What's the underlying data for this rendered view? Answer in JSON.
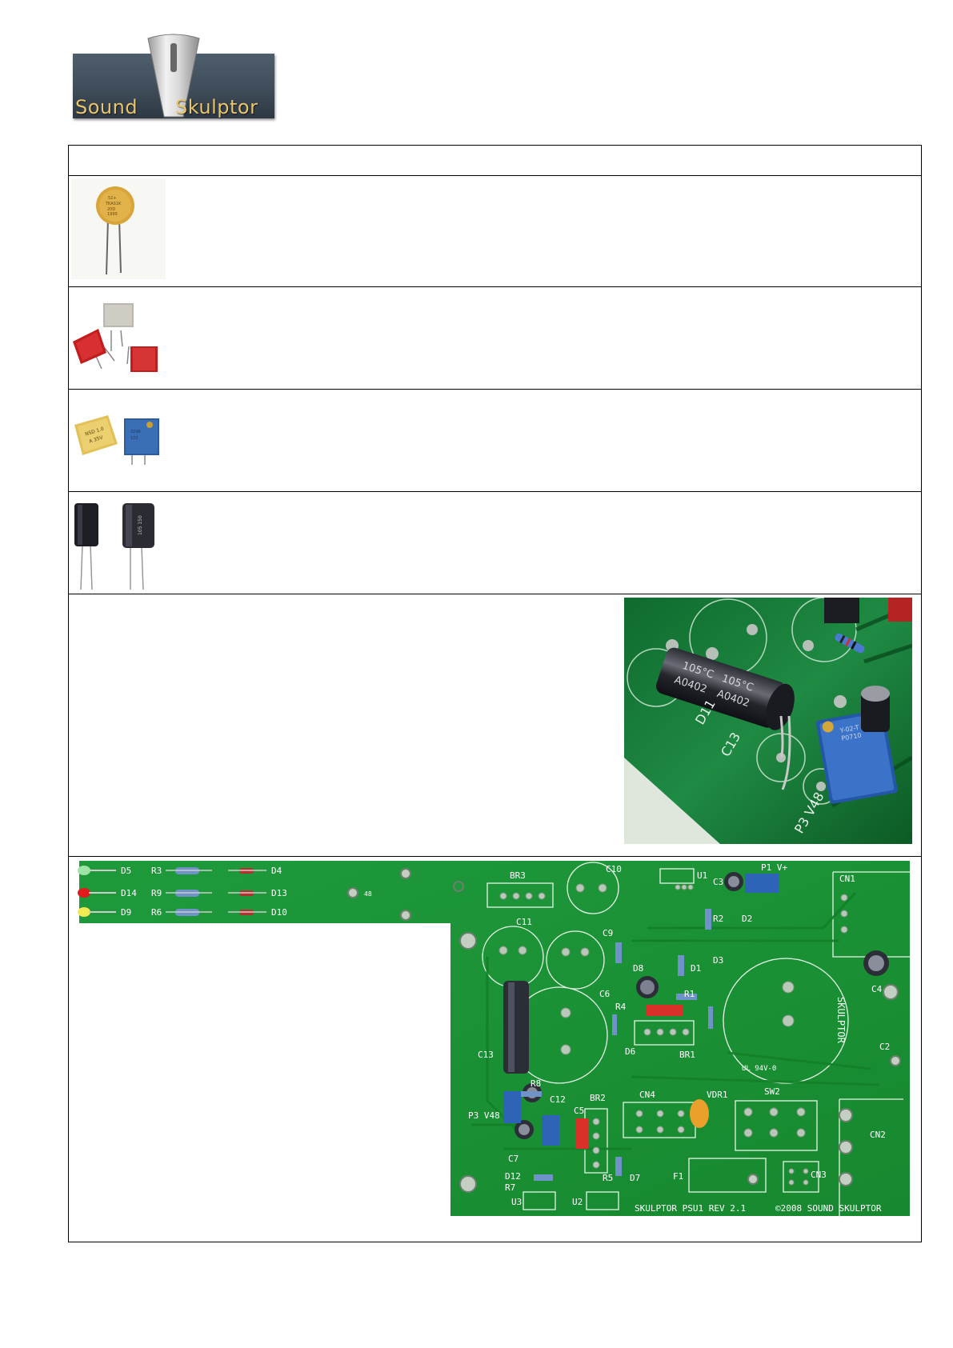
{
  "logo": {
    "word_left": "Sound",
    "word_right": "Skulptor",
    "plate_color": "#45525f",
    "text_color": "#e8c46a"
  },
  "table": {
    "header": "",
    "rows": [
      {
        "image": "ceramic-disc-capacitor",
        "text": ""
      },
      {
        "image": "film-capacitors",
        "text": ""
      },
      {
        "image": "tantalum-capacitor-and-trimmer",
        "text": ""
      },
      {
        "image": "electrolytic-capacitors",
        "text": ""
      },
      {
        "image": "capacitor-mounted-on-pcb-closeup",
        "text": ""
      },
      {
        "image": "assembled-power-supply-pcb",
        "text": ""
      }
    ]
  },
  "photo_labels": {
    "closeup": {
      "cap_marking_1": "105°C",
      "cap_marking_2": "A0402",
      "ref_c13": "C13",
      "ref_d11": "D11",
      "board_mark": "P3 V48"
    },
    "pcb": {
      "leds": [
        "D5",
        "D14",
        "D9"
      ],
      "resistors_top": [
        "R3",
        "R9",
        "R6"
      ],
      "diodes_top": [
        "D4",
        "D13",
        "D10"
      ],
      "ground_label": "48",
      "bridge": "BR3",
      "cap_c10": "C10",
      "reg_u1": "U1",
      "cap_c3": "C3",
      "fuse_v": "P1 V+",
      "connector_cn1": "CN1",
      "cap_c11": "C11",
      "cap_c9": "C9",
      "r2": "R2",
      "d2": "D2",
      "d8": "D8",
      "d3": "D3",
      "d1": "D1",
      "r1": "R1",
      "r4": "R4",
      "c6": "C6",
      "c4": "C4",
      "d6": "D6",
      "br1": "BR1",
      "c13": "C13",
      "r8": "R8",
      "skulptor_side": "SKULPTOR",
      "c2": "C2",
      "ul": "UL 94V-0",
      "p3v48": "P3 V48",
      "c12": "C12",
      "br2": "BR2",
      "c5": "C5",
      "cn4": "CN4",
      "vdr1": "VDR1",
      "sw2": "SW2",
      "cn2": "CN2",
      "c7": "C7",
      "d12": "D12",
      "r7": "R7",
      "r5": "R5",
      "d7": "D7",
      "f1": "F1",
      "cn3": "CN3",
      "u3": "U3",
      "u2": "U2",
      "rev": "SKULPTOR PSU1 REV 2.1",
      "copyright": "©2008 SOUND SKULPTOR"
    }
  }
}
